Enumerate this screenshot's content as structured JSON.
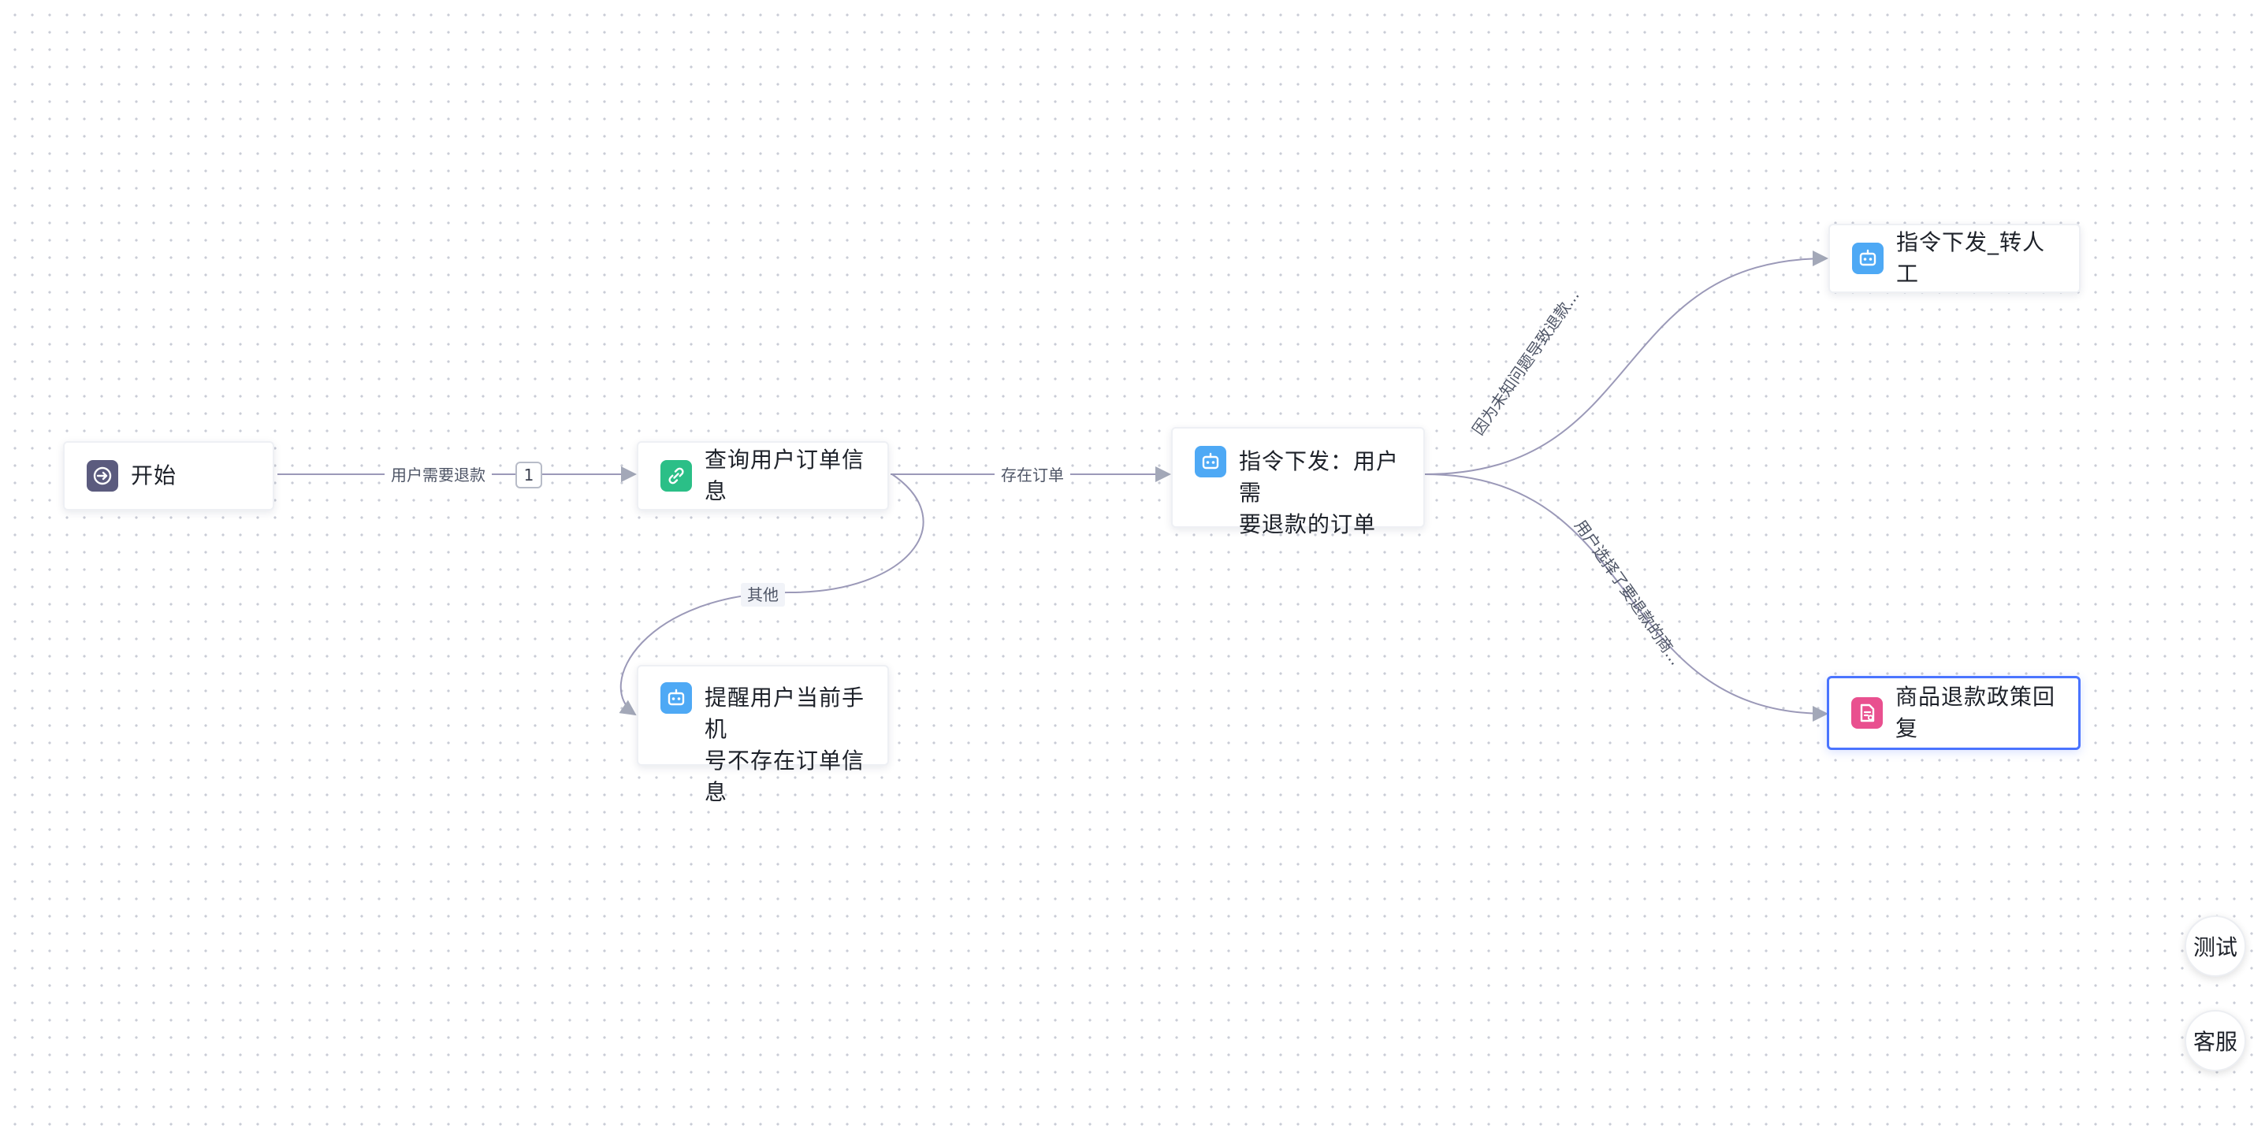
{
  "nodes": {
    "start": {
      "label": "开始",
      "icon": "start-arrow-icon",
      "icon_color": "#5b5b7e"
    },
    "query_order": {
      "label": "查询用户订单信息",
      "icon": "link-icon",
      "icon_color": "#2bbf87"
    },
    "command_refund": {
      "label_line1": "指令下发：用户需",
      "label_line2": "要退款的订单",
      "icon": "robot-icon",
      "icon_color": "#4ea9f5"
    },
    "remind_no_order": {
      "label_line1": "提醒用户当前手机",
      "label_line2": "号不存在订单信息",
      "icon": "robot-icon",
      "icon_color": "#4ea9f5"
    },
    "command_transfer": {
      "label": "指令下发_转人工",
      "icon": "robot-icon",
      "icon_color": "#4ea9f5"
    },
    "refund_policy": {
      "label": "商品退款政策回复",
      "icon": "document-icon",
      "icon_color": "#e9508f",
      "selected": true
    }
  },
  "edges": {
    "start_to_query": {
      "label": "用户需要退款",
      "badge": "1"
    },
    "query_to_command": {
      "label": "存在订单"
    },
    "query_to_remind": {
      "label": "其他"
    },
    "command_to_transfer": {
      "label": "因为未知问题导致退款..."
    },
    "command_to_policy": {
      "label": "用户选择了要退款的商..."
    }
  },
  "controls": {
    "test_label": "测试",
    "support_label": "客服"
  },
  "colors": {
    "edge": "#9b99b8",
    "arrow": "#a3a8b8",
    "selected_border": "#4a74ff"
  }
}
